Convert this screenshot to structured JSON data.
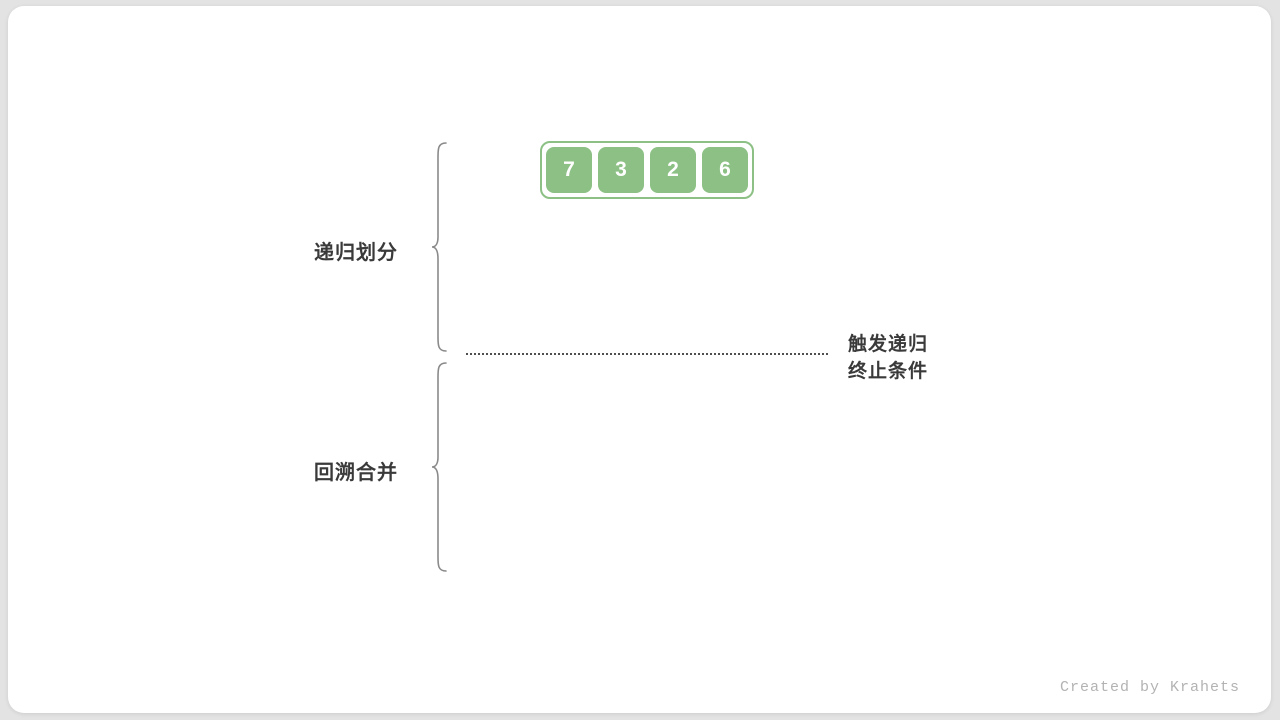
{
  "colors": {
    "page_bg": "#e3e3e3",
    "card_bg": "#ffffff",
    "cell_green": "#8cc084",
    "cell_text": "#ffffff",
    "label_text": "#3a3a3a",
    "brace_stroke": "#8a8a8a",
    "dotted_line": "#4f4f4f",
    "watermark_text": "#b3b3b3"
  },
  "array": {
    "values": [
      "7",
      "3",
      "2",
      "6"
    ]
  },
  "labels": {
    "divide": "递归划分",
    "merge": "回溯合并",
    "terminate_line1": "触发递归",
    "terminate_line2": "终止条件"
  },
  "watermark": "Created by Krahets"
}
